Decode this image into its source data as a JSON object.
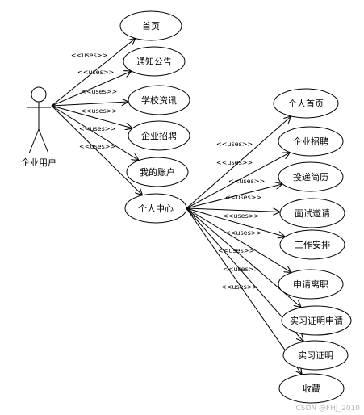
{
  "actor": {
    "name": "企业用户"
  },
  "stereotype": "<<uses>>",
  "use_cases_primary": [
    "首页",
    "通知公告",
    "学校资讯",
    "企业招聘",
    "我的账户",
    "个人中心"
  ],
  "use_cases_personal": [
    "个人首页",
    "企业招聘",
    "投递简历",
    "面试邀请",
    "工作安排",
    "申请离职",
    "实习证明申请",
    "实习证明",
    "收藏"
  ],
  "watermark": "CSDN @FHJ_2010"
}
